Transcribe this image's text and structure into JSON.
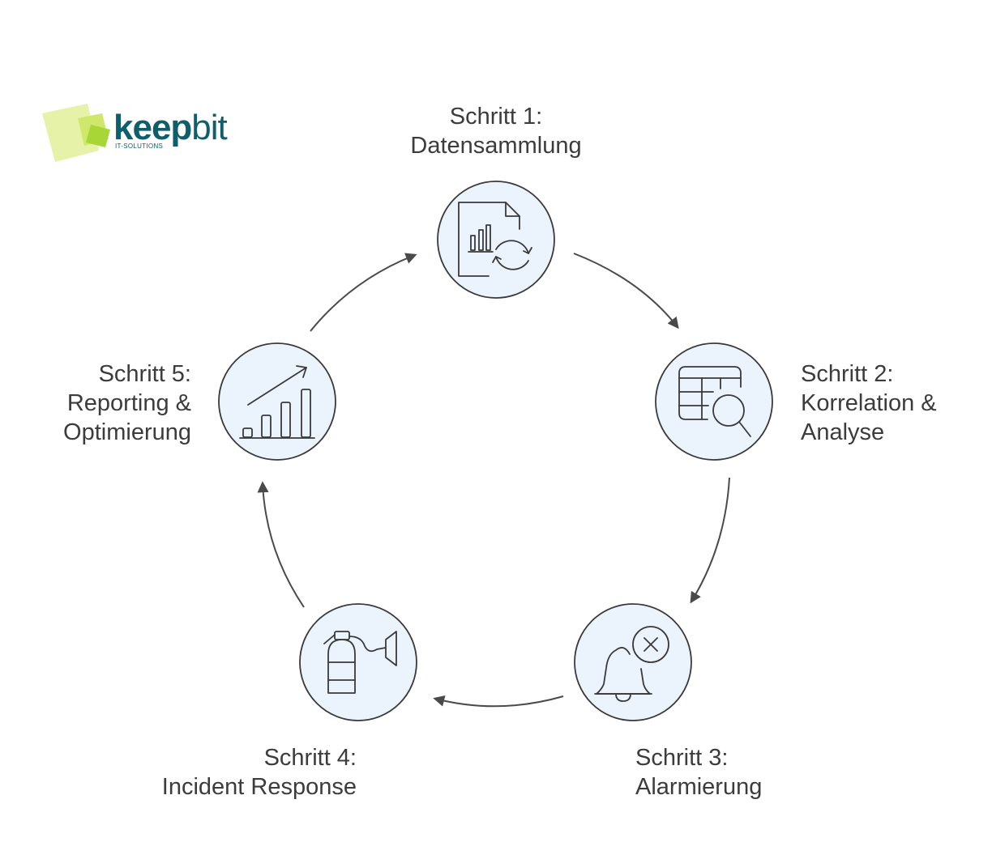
{
  "logo": {
    "brand_bold": "keep",
    "brand_thin": "bit",
    "tagline": "IT-SOLUTIONS",
    "colors": {
      "text": "#0f5e6b",
      "green_light": "#e6f2a8",
      "green_mid": "#cfe86b",
      "green_dark": "#a8d636"
    }
  },
  "colors": {
    "circle_fill": "#ebf3fd",
    "circle_stroke": "#3a3a3a",
    "arrow": "#4a4a4a",
    "text": "#3c3c3c"
  },
  "steps": [
    {
      "line1": "Schritt 1:",
      "line2": "Datensammlung",
      "icon": "document-refresh-icon"
    },
    {
      "line1": "Schritt 2:",
      "line2": "Korrelation &",
      "line3": "Analyse",
      "icon": "table-search-icon"
    },
    {
      "line1": "Schritt 3:",
      "line2": "Alarmierung",
      "icon": "bell-cancel-icon"
    },
    {
      "line1": "Schritt 4:",
      "line2": "Incident Response",
      "icon": "fire-extinguisher-icon"
    },
    {
      "line1": "Schritt 5:",
      "line2": "Reporting &",
      "line3": "Optimierung",
      "icon": "growth-chart-icon"
    }
  ]
}
